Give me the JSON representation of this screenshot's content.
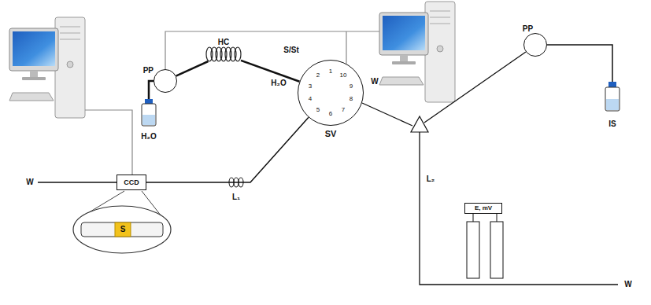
{
  "diagram": {
    "nodes": [
      {
        "text": [
          "PP"
        ]
      },
      {
        "text": [
          "HC"
        ]
      },
      {
        "text": [
          "SV"
        ]
      },
      {
        "text": [
          "CCD"
        ]
      },
      {
        "text": [
          "PP"
        ]
      },
      {
        "text": [
          "E, mV"
        ]
      }
    ],
    "edges": [
      {
        "from": 0,
        "to": 1,
        "arrow": "none"
      },
      {
        "from": 1,
        "to": 2,
        "arrow": "none"
      },
      {
        "from": 2,
        "to": 3,
        "arrow": "none"
      }
    ],
    "labels": [
      "S/St",
      "1",
      "2",
      "3",
      "4",
      "5",
      "6",
      "7",
      "8",
      "9",
      "10",
      "H₂O",
      "W",
      "H₂O",
      "W",
      "S",
      "L₁",
      "L₂",
      "IS",
      "W"
    ]
  }
}
